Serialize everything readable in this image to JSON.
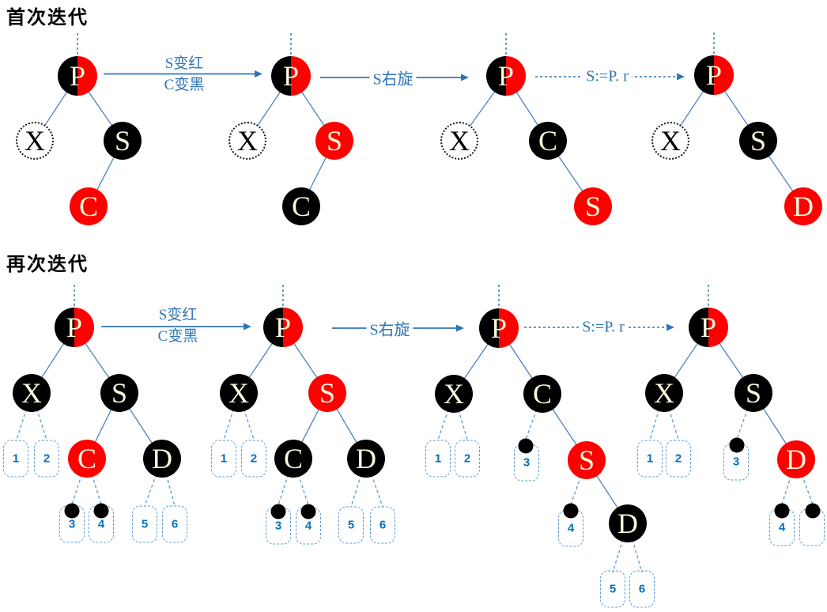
{
  "colors": {
    "red_node": "#FE0000",
    "black_node": "#000000",
    "arrow_blue": "#2E75B6",
    "edge_blue": "#4F81BD",
    "slot_border_blue": "#5B9BD5",
    "slot_number_blue": "#0070C0"
  },
  "row1": {
    "title": "首次迭代",
    "arrows": {
      "recolor": {
        "line1": "S变红",
        "line2": "C变黑"
      },
      "rotate": "S右旋",
      "assign": "S:=P. r"
    },
    "tree1": {
      "P": {
        "label": "P",
        "color": "half-black-red"
      },
      "X": {
        "label": "X",
        "color": "nil-dashed"
      },
      "S": {
        "label": "S",
        "color": "black"
      },
      "C": {
        "label": "C",
        "color": "red"
      }
    },
    "tree2": {
      "P": {
        "label": "P",
        "color": "half-black-red"
      },
      "X": {
        "label": "X",
        "color": "nil-dashed"
      },
      "S": {
        "label": "S",
        "color": "red"
      },
      "C": {
        "label": "C",
        "color": "black"
      }
    },
    "tree3": {
      "P": {
        "label": "P",
        "color": "half-black-red"
      },
      "X": {
        "label": "X",
        "color": "nil-dashed"
      },
      "C": {
        "label": "C",
        "color": "black"
      },
      "S": {
        "label": "S",
        "color": "red"
      }
    },
    "tree4": {
      "P": {
        "label": "P",
        "color": "half-black-red"
      },
      "X": {
        "label": "X",
        "color": "nil-dashed"
      },
      "S": {
        "label": "S",
        "color": "black"
      },
      "D": {
        "label": "D",
        "color": "red"
      }
    }
  },
  "row2": {
    "title": "再次迭代",
    "arrows": {
      "recolor": {
        "line1": "S变红",
        "line2": "C变黑"
      },
      "rotate": "S右旋",
      "assign": "S:=P. r"
    },
    "tree1": {
      "P": {
        "label": "P",
        "color": "half-black-red"
      },
      "X": {
        "label": "X",
        "color": "black"
      },
      "S": {
        "label": "S",
        "color": "black"
      },
      "C": {
        "label": "C",
        "color": "red"
      },
      "D": {
        "label": "D",
        "color": "black"
      },
      "slots": [
        "1",
        "2",
        "3",
        "4",
        "5",
        "6"
      ]
    },
    "tree2": {
      "P": {
        "label": "P",
        "color": "half-black-red"
      },
      "X": {
        "label": "X",
        "color": "black"
      },
      "S": {
        "label": "S",
        "color": "red"
      },
      "C": {
        "label": "C",
        "color": "black"
      },
      "D": {
        "label": "D",
        "color": "black"
      },
      "slots": [
        "1",
        "2",
        "3",
        "4",
        "5",
        "6"
      ]
    },
    "tree3": {
      "P": {
        "label": "P",
        "color": "half-black-red"
      },
      "X": {
        "label": "X",
        "color": "black"
      },
      "C": {
        "label": "C",
        "color": "black"
      },
      "S": {
        "label": "S",
        "color": "red"
      },
      "D": {
        "label": "D",
        "color": "black"
      },
      "slots": [
        "1",
        "2",
        "3",
        "4",
        "5",
        "6"
      ]
    },
    "tree4": {
      "P": {
        "label": "P",
        "color": "half-black-red"
      },
      "X": {
        "label": "X",
        "color": "black"
      },
      "S": {
        "label": "S",
        "color": "black"
      },
      "D": {
        "label": "D",
        "color": "red"
      },
      "slots": [
        "1",
        "2",
        "3",
        "4",
        ""
      ]
    }
  }
}
